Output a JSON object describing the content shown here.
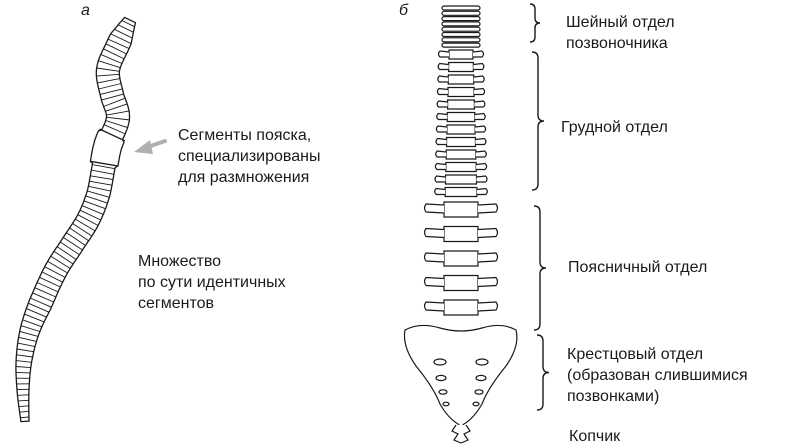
{
  "panels": {
    "a": {
      "letter": "а",
      "clitellum_label": [
        "Сегменты пояска,",
        "специализированы",
        "для  размножения"
      ],
      "segments_label": [
        "Множество",
        "по сути идентичных",
        "сегментов"
      ]
    },
    "b": {
      "letter": "б",
      "cervical": [
        "Шейный отдел",
        "позвоночника"
      ],
      "thoracic": "Грудной отдел",
      "lumbar": "Поясничный отдел",
      "sacral": [
        "Крестцовый отдел",
        "(образован слившимися",
        "позвонками)"
      ],
      "coccyx": "Копчик"
    }
  },
  "colors": {
    "line": "#1a1a1a",
    "arrow": "#b0b0b0"
  }
}
